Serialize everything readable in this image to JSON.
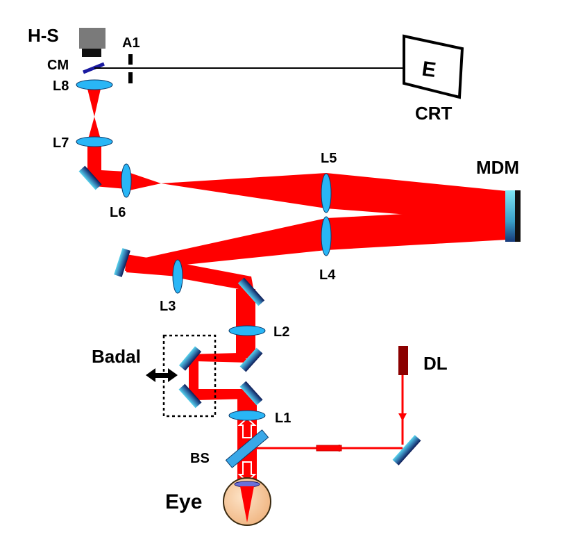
{
  "labels": {
    "hs": "H-S",
    "cm": "CM",
    "a1": "A1",
    "l8": "L8",
    "l7": "L7",
    "l6": "L6",
    "l5": "L5",
    "l4": "L4",
    "l3": "L3",
    "l2": "L2",
    "l1": "L1",
    "mdm": "MDM",
    "crt": "CRT",
    "crt_letter": "E",
    "badal": "Badal",
    "dl": "DL",
    "bs": "BS",
    "eye": "Eye"
  },
  "colors": {
    "beam": "#ff0000",
    "lens": "#29b6f6",
    "mirror_light": "#58d4ee",
    "mirror_dark": "#0d1a55",
    "laser_source": "#8b0000",
    "camera": "#7a7a7a",
    "eye": "#f8cfa6"
  }
}
